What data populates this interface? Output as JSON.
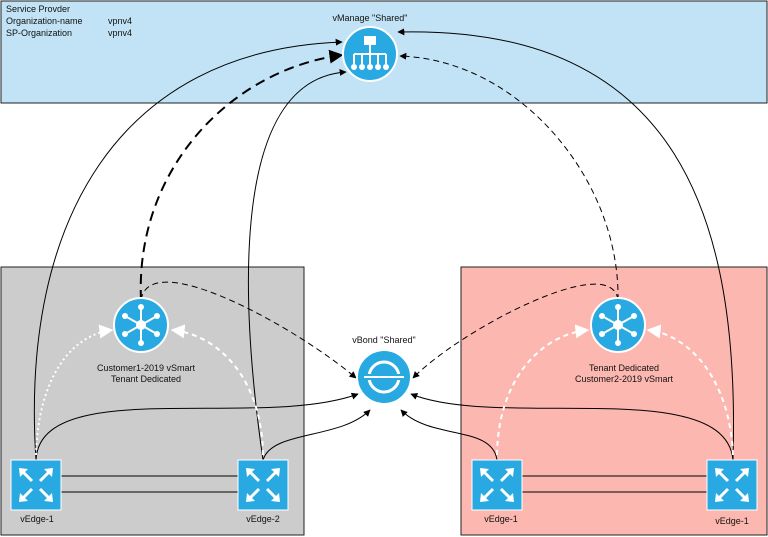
{
  "provider_box": {
    "title": "Service Provder",
    "rows": [
      {
        "key": "Organization-name",
        "value": "vpnv4"
      },
      {
        "key": "SP-Organization",
        "value": "vpnv4"
      }
    ]
  },
  "vmanage": {
    "label": "vManage \"Shared\"",
    "icon": "vmanage-hub-icon"
  },
  "vbond": {
    "label": "vBond \"Shared\"",
    "icon": "vbond-orchestrator-icon"
  },
  "customer1": {
    "vsmart_line1": "Customer1-2019 vSmart",
    "vsmart_line2": "Tenant Dedicated",
    "vedge_left": "vEdge-1",
    "vedge_right": "vEdge-2"
  },
  "customer2": {
    "vsmart_line1": "Tenant Dedicated",
    "vsmart_line2": "Customer2-2019 vSmart",
    "vedge_left": "vEdge-1",
    "vedge_right": "vEdge-1"
  },
  "colors": {
    "provider_fill": "#c1e3f5",
    "customer1_fill": "#cccccc",
    "customer2_fill": "#fcb8b0",
    "icon_blue": "#29a9e1",
    "line": "#000000"
  }
}
